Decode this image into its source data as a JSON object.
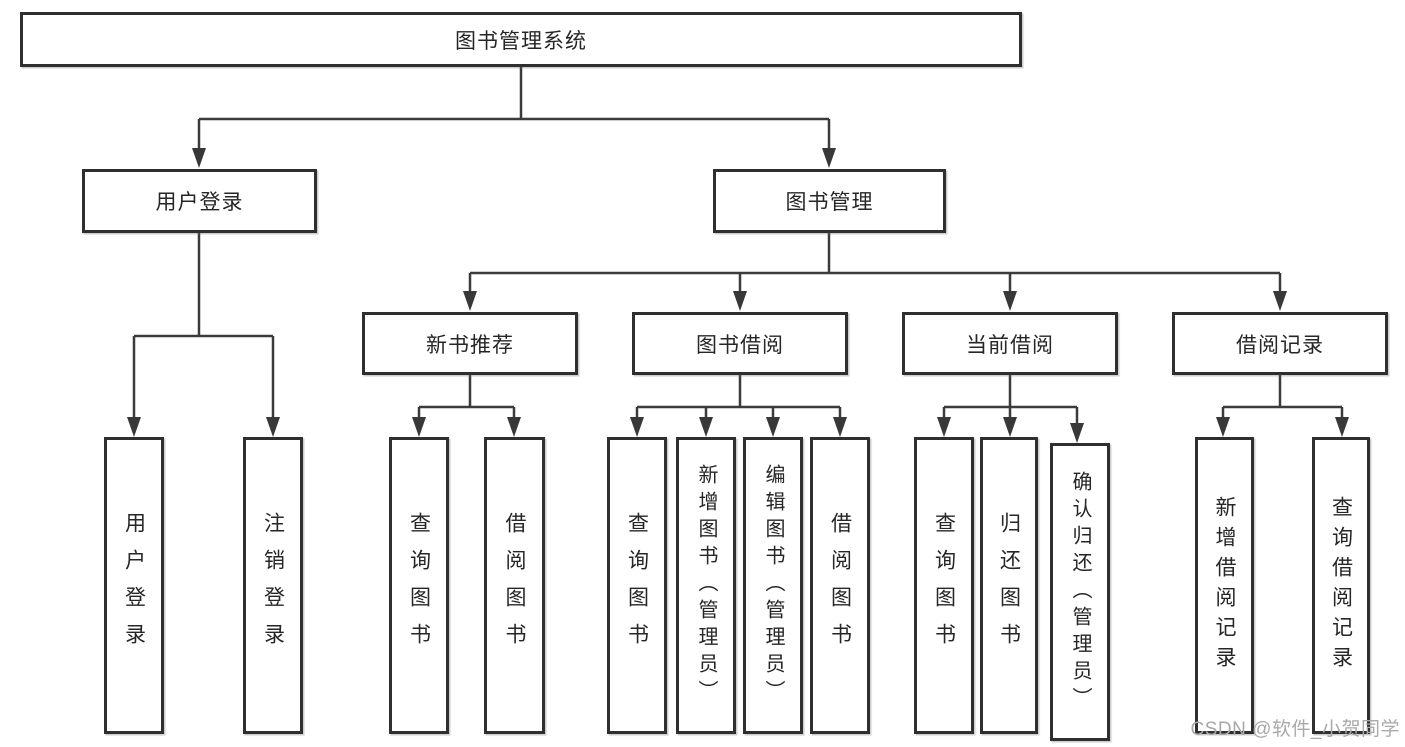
{
  "tree": {
    "label": "图书管理系统",
    "children": [
      {
        "label": "用户登录",
        "children": [
          {
            "label": "用户登录"
          },
          {
            "label": "注销登录"
          }
        ]
      },
      {
        "label": "图书管理",
        "children": [
          {
            "label": "新书推荐",
            "children": [
              {
                "label": "查询图书"
              },
              {
                "label": "借阅图书"
              }
            ]
          },
          {
            "label": "图书借阅",
            "children": [
              {
                "label": "查询图书"
              },
              {
                "label": "新增图书（管理员）"
              },
              {
                "label": "编辑图书（管理员）"
              },
              {
                "label": "借阅图书"
              }
            ]
          },
          {
            "label": "当前借阅",
            "children": [
              {
                "label": "查询图书"
              },
              {
                "label": "归还图书"
              },
              {
                "label": "确认归还（管理员）"
              }
            ]
          },
          {
            "label": "借阅记录",
            "children": [
              {
                "label": "新增借阅记录"
              },
              {
                "label": "查询借阅记录"
              }
            ]
          }
        ]
      }
    ]
  },
  "watermark": {
    "text": "CSDN @软件_小贺同学",
    "color": "#a9a9a9"
  },
  "colors": {
    "background": "#ffffff",
    "box_fill": "#ffffff",
    "box_border": "#2f2f2f",
    "line": "#3b3b3b",
    "text": "#262626"
  }
}
